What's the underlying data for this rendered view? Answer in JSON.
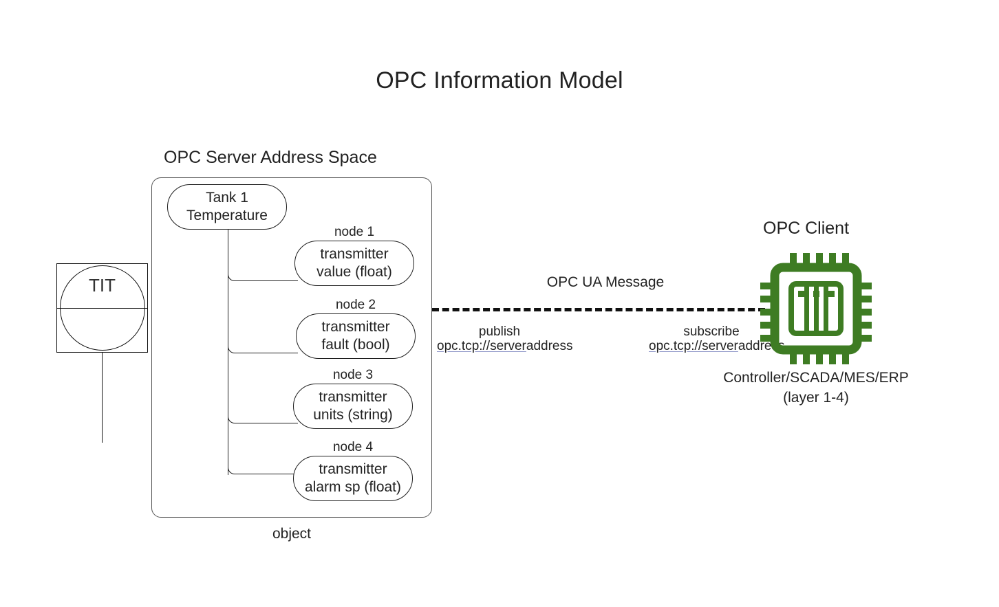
{
  "title": "OPC Information Model",
  "server": {
    "heading": "OPC Server Address Space",
    "footer_label": "object",
    "root_node": {
      "line1": "Tank 1",
      "line2": "Temperature"
    },
    "nodes": [
      {
        "caption": "node 1",
        "line1": "transmitter",
        "line2": "value (float)"
      },
      {
        "caption": "node 2",
        "line1": "transmitter",
        "line2": "fault (bool)"
      },
      {
        "caption": "node 3",
        "line1": "transmitter",
        "line2": "units (string)"
      },
      {
        "caption": "node 4",
        "line1": "transmitter",
        "line2": "alarm sp (float)"
      }
    ]
  },
  "instrument": {
    "tag": "TIT"
  },
  "link": {
    "message_label": "OPC UA Message",
    "publish": {
      "action": "publish",
      "url_link": "opc.tcp://server",
      "url_plain": "address"
    },
    "subscribe": {
      "action": "subscribe",
      "url_link": "opc.tcp://server",
      "url_plain": "address"
    }
  },
  "client": {
    "heading": "OPC Client",
    "icon": "cpu-chip-icon",
    "caption_line1": "Controller/SCADA/MES/ERP",
    "caption_line2": "(layer 1-4)"
  },
  "colors": {
    "chip_green": "#3E7C23",
    "stroke": "#1d1d1d",
    "box_stroke": "#555555",
    "text": "#222222",
    "link_underline": "#8f97c9"
  }
}
